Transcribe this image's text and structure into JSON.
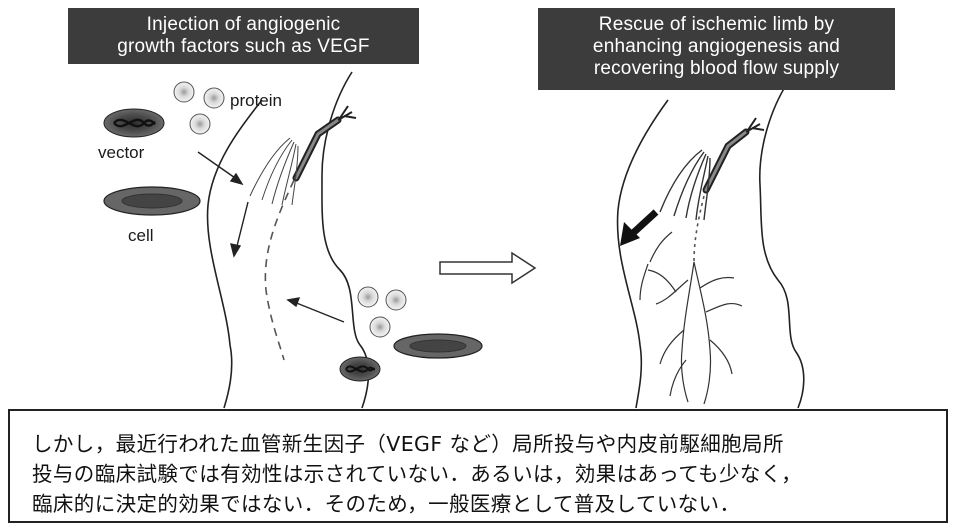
{
  "left_panel": {
    "title_lines": [
      "Injection of angiogenic",
      "growth factors such as VEGF"
    ],
    "labels": {
      "protein": "protein",
      "vector": "vector",
      "cell": "cell"
    }
  },
  "right_panel": {
    "title_lines": [
      "Rescue of ischemic limb by",
      "enhancing angiogenesis and",
      "recovering blood flow supply"
    ]
  },
  "caption_lines": [
    "しかし，最近行われた血管新生因子（VEGF など）局所投与や内皮前駆細胞局所",
    "投与の臨床試験では有効性は示されていない．あるいは，効果はあっても少なく，",
    "臨床的に決定的効果ではない．そのため，一般医療として普及していない．"
  ],
  "colors": {
    "title_bg": "#3c3c3c",
    "title_text": "#ffffff",
    "line": "#222222",
    "vessel": "#555555"
  }
}
